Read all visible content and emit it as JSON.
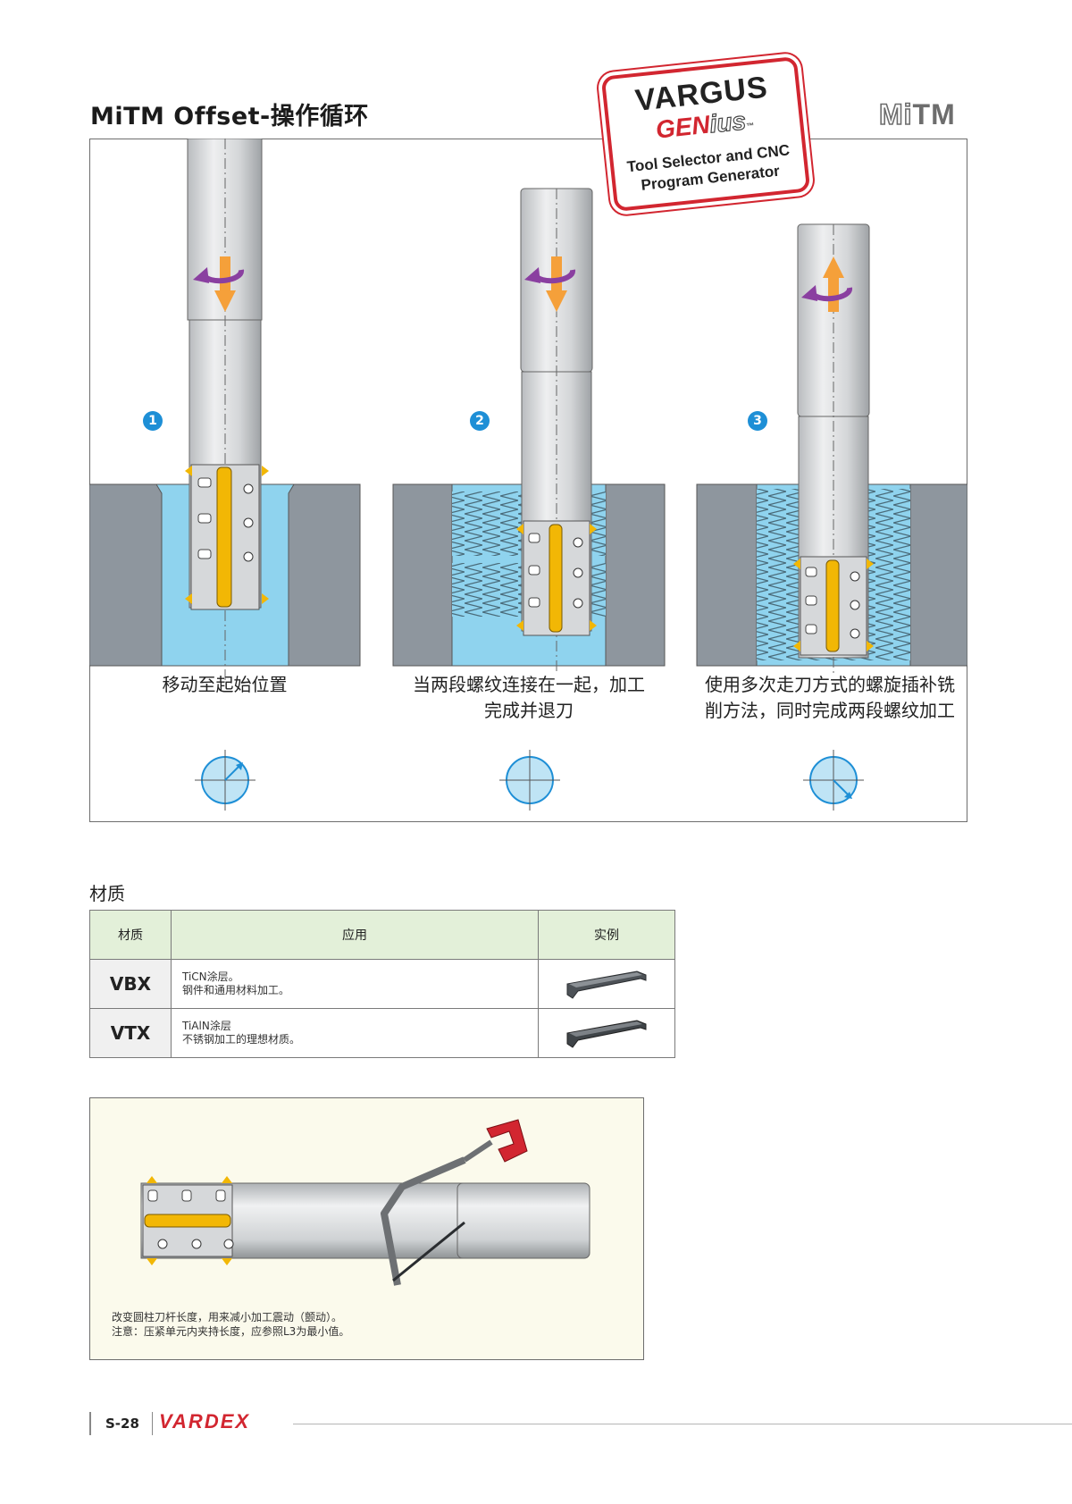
{
  "header": {
    "title": "MiTM Offset-操作循环",
    "brand_mi": "Mi",
    "brand_tm": "TM"
  },
  "badge": {
    "line1": "VARGUS",
    "gen": "GEN",
    "ius": "ius",
    "tm": "™",
    "line3": "Tool Selector and CNC",
    "line4": "Program Generator"
  },
  "steps": [
    {
      "number": "1",
      "caption_lines": [
        "移动至起始位置"
      ]
    },
    {
      "number": "2",
      "caption_lines": [
        "当两段螺纹连接在一起，加工",
        "完成并退刀"
      ]
    },
    {
      "number": "3",
      "caption_lines": [
        "使用多次走刀方式的螺旋插补铣",
        "削方法，同时完成两段螺纹加工"
      ]
    }
  ],
  "materials": {
    "section_title": "材质",
    "headers": [
      "材质",
      "应用",
      "实例"
    ],
    "rows": [
      {
        "grade": "VBX",
        "app_line1": "TiCN涂层。",
        "app_line2": "钢件和通用材料加工。"
      },
      {
        "grade": "VTX",
        "app_line1": "TiAlN涂层",
        "app_line2": "不锈钢加工的理想材质。"
      }
    ]
  },
  "note": {
    "line1": "改变圆柱刀杆长度，用来减小加工震动（颤动）。",
    "line2": "注意：压紧单元内夹持长度，应参照L3为最小值。"
  },
  "footer": {
    "page": "S-28",
    "brand": "VARDEX"
  },
  "colors": {
    "accent_red": "#d22630",
    "step_blue": "#1e8fd6",
    "workpiece_gray": "#8e969e",
    "hole_blue": "#8fd3ee",
    "insert_yellow": "#f2b705",
    "arrow_orange": "#f5a03a",
    "arrow_purple": "#8a3fa0",
    "table_header_green": "#e3f0d9",
    "note_bg": "#fbfaec"
  }
}
